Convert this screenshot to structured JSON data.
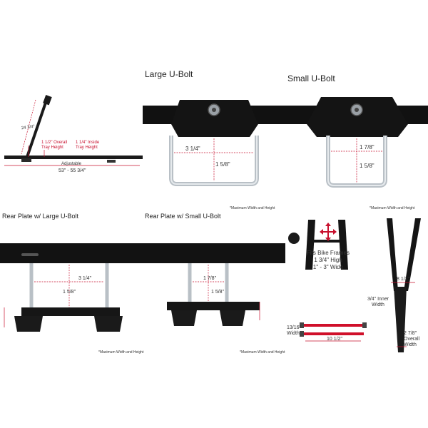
{
  "panels": {
    "rack": {
      "height_label": "24 3/4\"",
      "overall_tray_height": "1 1/2\" Overall Tray Height",
      "inside_tray_height": "1 1/4\" Inside Tray Height",
      "adjustable_label": "Adjustable",
      "length_label": "53\" - 55 3/4\""
    },
    "large_ubolt": {
      "title": "Large U-Bolt",
      "width_label": "3 1/4\"",
      "height_label": "1 5/8\""
    },
    "small_ubolt": {
      "title": "Small U-Bolt",
      "width_label": "1 7/8\"",
      "height_label": "1 5/8\"",
      "note": "*Maximum Width and Height"
    },
    "large_note": "*Maximum Width and Height",
    "rear_large": {
      "title": "Rear Plate w/ Large U-Bolt",
      "width_label": "3 1/4\"",
      "height_label": "1 5/8\"",
      "note": "*Maximum Width and Height"
    },
    "rear_small": {
      "title": "Rear Plate w/ Small U-Bolt",
      "width_label": "1 7/8\"",
      "height_label": "1 5/8\"",
      "note": "*Maximum Width and Height"
    },
    "frame_clamp": {
      "line1": "Fits Bike Frames",
      "line2": "1 3/4\" High",
      "line3": "1\" - 3\" Wide"
    },
    "strap": {
      "width_label": "13/16\" Width",
      "length_label": "10 1/2\""
    },
    "wheel_tray": {
      "top_width": "8 1/2\"",
      "inner_width": "3/4\" Inner Width",
      "overall_width": "2 7/8\" Overall Width"
    }
  },
  "colors": {
    "accent": "#c8102e",
    "metal_dark": "#151515",
    "chrome": "#b9c0c6"
  }
}
